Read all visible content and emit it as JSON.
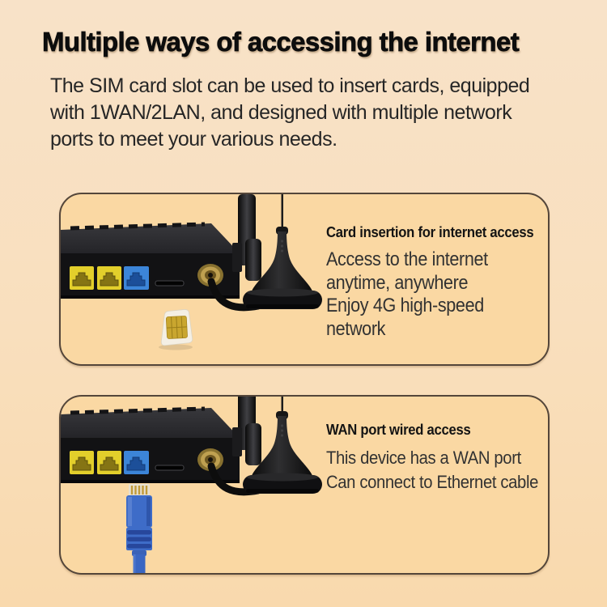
{
  "page": {
    "title": "Multiple ways of accessing the internet",
    "intro_lines": [
      "The SIM card slot can be used to insert cards, equipped",
      "with 1WAN/2LAN, and designed with multiple network",
      "ports to meet your various needs."
    ]
  },
  "cards": [
    {
      "heading": "Card insertion for internet access",
      "body_lines": [
        "Access to the internet",
        "anytime, anywhere",
        "Enjoy 4G high-speed",
        "network"
      ],
      "illustration": "router-with-sim-card"
    },
    {
      "heading": "WAN port wired access",
      "body_lines": [
        "This device has a WAN port",
        "Can connect to Ethernet cable"
      ],
      "illustration": "router-with-ethernet-cable"
    }
  ],
  "colors": {
    "background_top": "#f8e2c8",
    "background_bottom": "#f9d9ad",
    "card_fill": "#fad8a3",
    "card_border": "#54463a",
    "title_color": "#0d0d0d",
    "body_text": "#262626",
    "port_yellow": "#e3cf2b",
    "port_blue": "#3c85d8",
    "sim_gold": "#c9a62f",
    "cable_blue": "#3e6cc8"
  }
}
